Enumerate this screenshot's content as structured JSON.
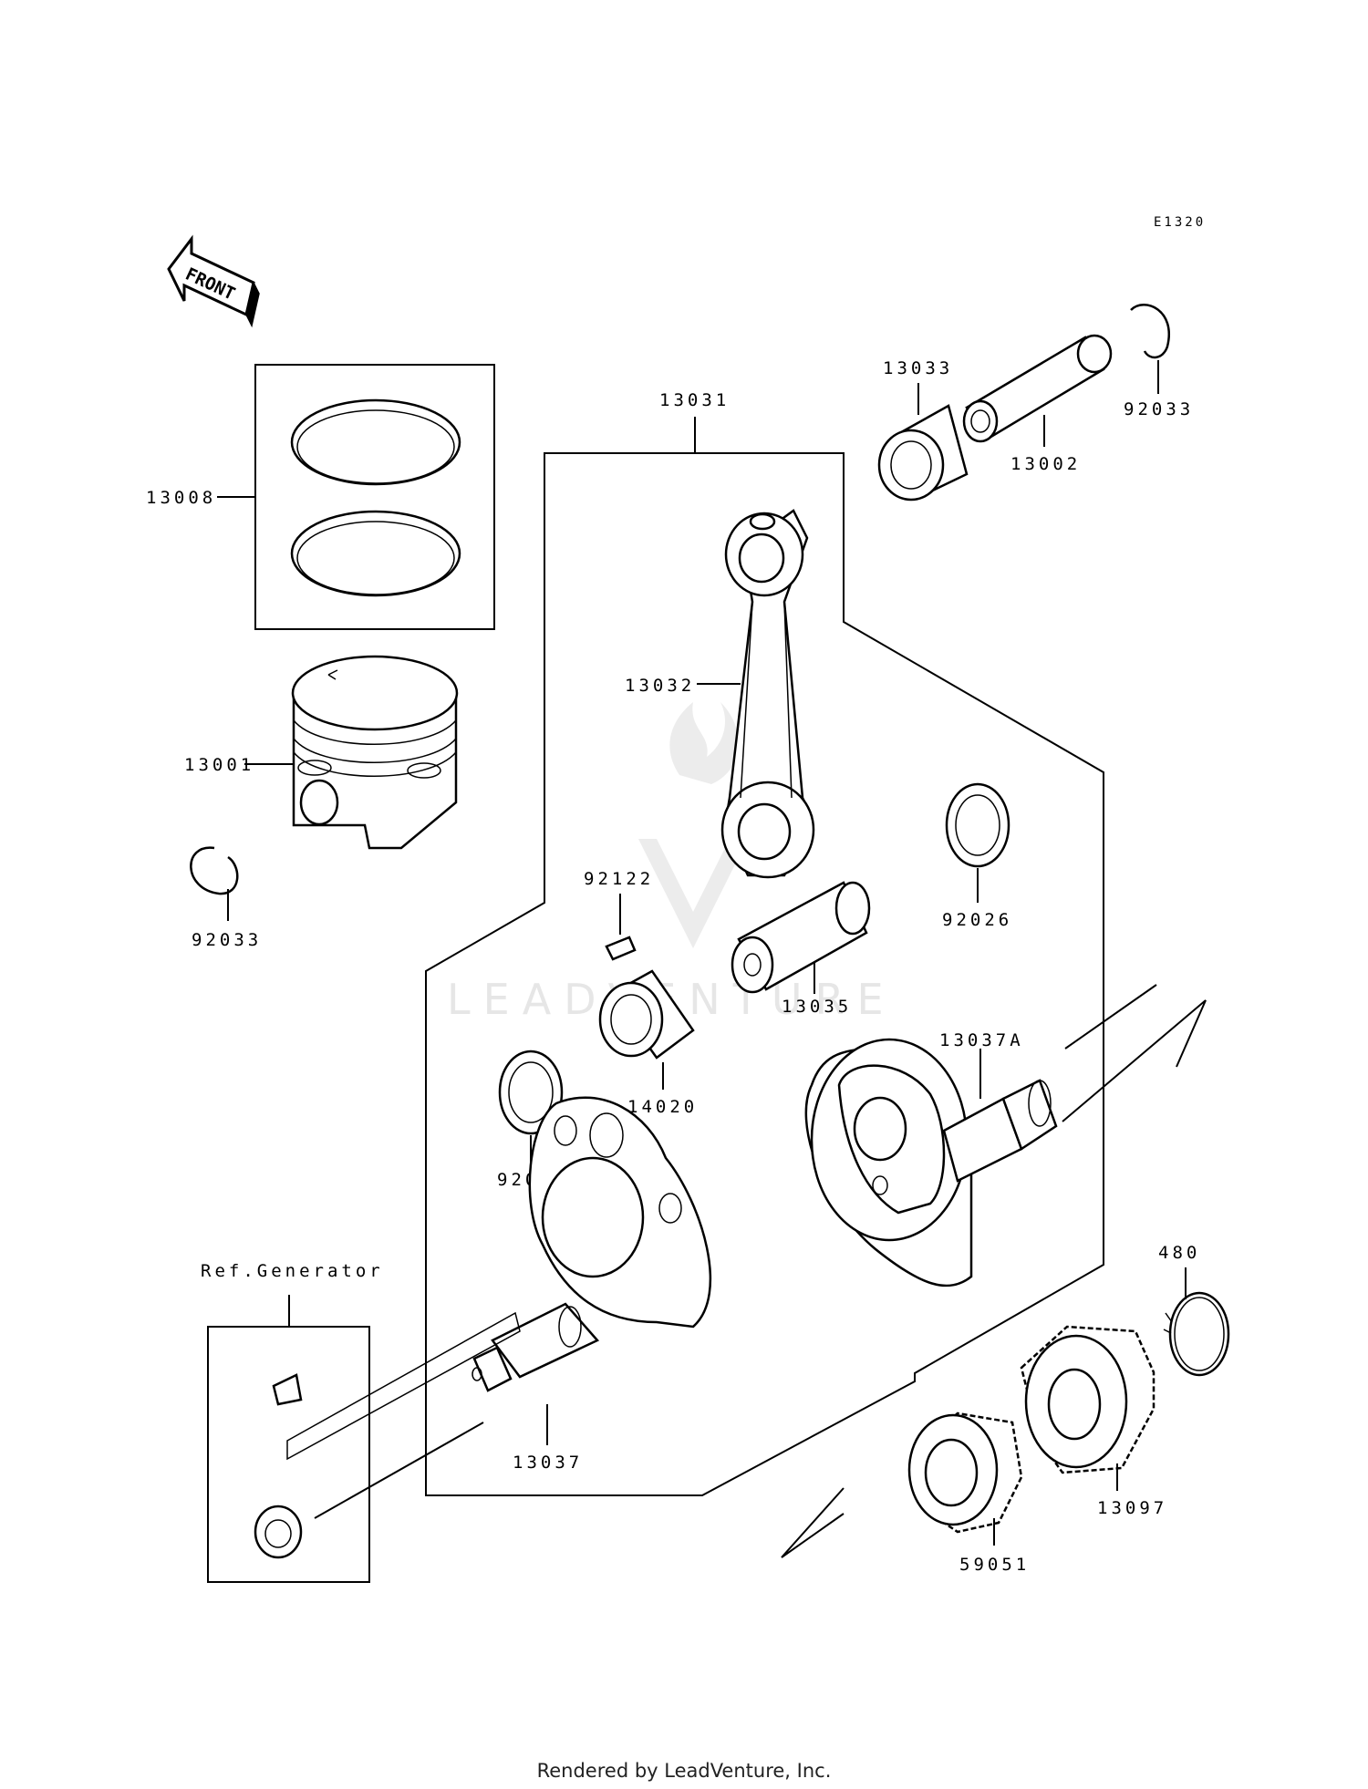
{
  "diagram_code": "E1320",
  "front_arrow_label": "FRONT",
  "footer_text": "Rendered by LeadVenture, Inc.",
  "watermark_text": "LEADVENTURE",
  "group_label": "Ref.Generator",
  "callouts": {
    "piston_ring_set": "13008",
    "piston": "13001",
    "piston_clip_left": "92033",
    "crankshaft_assy": "13031",
    "small_end_bearing": "13033",
    "piston_pin": "13002",
    "piston_clip_right": "92033",
    "connecting_rod": "13032",
    "dowel_pin": "92122",
    "crank_pin": "13035",
    "thrust_washer_right": "92026",
    "big_end_bearing": "14020",
    "thrust_washer_left": "92026",
    "crank_half_right": "13037A",
    "crank_half_left": "13037",
    "circlip": "480",
    "gear_13097": "13097",
    "gear_59051": "59051"
  }
}
